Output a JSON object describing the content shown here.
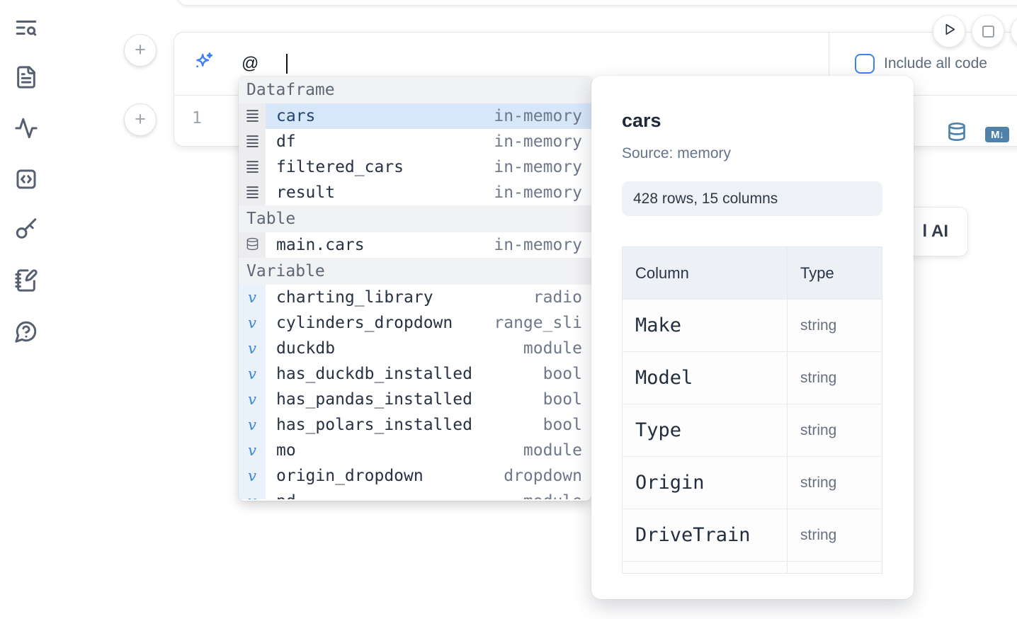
{
  "sidebar": {
    "items": [
      {
        "icon": "text-search-icon"
      },
      {
        "icon": "file-text-icon"
      },
      {
        "icon": "activity-icon"
      },
      {
        "icon": "code-snippet-icon"
      },
      {
        "icon": "key-icon"
      },
      {
        "icon": "notebook-pen-icon"
      },
      {
        "icon": "help-chat-icon"
      }
    ]
  },
  "cell": {
    "line_number": "1",
    "prompt_value": "@",
    "include_all_code_label": "Include all code",
    "markdown_badge": "M↓"
  },
  "autocomplete": {
    "sections": [
      {
        "label": "Dataframe",
        "items": [
          {
            "kind": "dataframe",
            "name": "cars",
            "type": "in-memory",
            "selected": true
          },
          {
            "kind": "dataframe",
            "name": "df",
            "type": "in-memory"
          },
          {
            "kind": "dataframe",
            "name": "filtered_cars",
            "type": "in-memory"
          },
          {
            "kind": "dataframe",
            "name": "result",
            "type": "in-memory"
          }
        ]
      },
      {
        "label": "Table",
        "items": [
          {
            "kind": "table",
            "name": "main.cars",
            "type": "in-memory"
          }
        ]
      },
      {
        "label": "Variable",
        "items": [
          {
            "kind": "variable",
            "name": "charting_library",
            "type": "radio"
          },
          {
            "kind": "variable",
            "name": "cylinders_dropdown",
            "type": "range_sli"
          },
          {
            "kind": "variable",
            "name": "duckdb",
            "type": "module"
          },
          {
            "kind": "variable",
            "name": "has_duckdb_installed",
            "type": "bool"
          },
          {
            "kind": "variable",
            "name": "has_pandas_installed",
            "type": "bool"
          },
          {
            "kind": "variable",
            "name": "has_polars_installed",
            "type": "bool"
          },
          {
            "kind": "variable",
            "name": "mo",
            "type": "module"
          },
          {
            "kind": "variable",
            "name": "origin_dropdown",
            "type": "dropdown"
          },
          {
            "kind": "variable",
            "name": "pd",
            "type": "module",
            "partial": true
          }
        ]
      }
    ]
  },
  "preview": {
    "title": "cars",
    "source": "Source: memory",
    "shape_badge": "428 rows, 15 columns",
    "table": {
      "headers": [
        "Column",
        "Type"
      ],
      "rows": [
        [
          "Make",
          "string"
        ],
        [
          "Model",
          "string"
        ],
        [
          "Type",
          "string"
        ],
        [
          "Origin",
          "string"
        ],
        [
          "DriveTrain",
          "string"
        ],
        [
          "",
          ""
        ]
      ]
    }
  },
  "ai_card": {
    "visible_fragment": "l AI"
  },
  "colors": {
    "accent_blue": "#3b82f6",
    "steel_blue": "#4e82aa",
    "selected_row": "#d7e7fa",
    "section_header_bg": "#f1f2f4"
  }
}
